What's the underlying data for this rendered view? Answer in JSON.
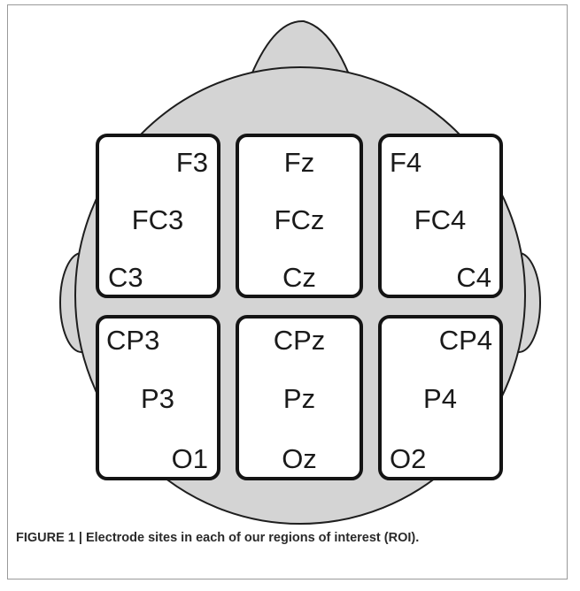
{
  "colors": {
    "head_fill": "#d4d4d4",
    "head_stroke": "#1e1e1e",
    "box_fill": "#ffffff",
    "box_stroke": "#141414",
    "text": "#1a1a1a"
  },
  "regions": [
    {
      "id": "front-left",
      "labels": {
        "top_right": "F3",
        "middle": "FC3",
        "bottom_left": "C3"
      }
    },
    {
      "id": "front-mid",
      "labels": {
        "top": "Fz",
        "middle": "FCz",
        "bottom": "Cz"
      }
    },
    {
      "id": "front-right",
      "labels": {
        "top_left": "F4",
        "middle": "FC4",
        "bottom_right": "C4"
      }
    },
    {
      "id": "back-left",
      "labels": {
        "top_left": "CP3",
        "middle": "P3",
        "bottom_right": "O1"
      }
    },
    {
      "id": "back-mid",
      "labels": {
        "top": "CPz",
        "middle": "Pz",
        "bottom": "Oz"
      }
    },
    {
      "id": "back-right",
      "labels": {
        "top_right": "CP4",
        "middle": "P4",
        "bottom_left": "O2"
      }
    }
  ],
  "caption": "FIGURE 1 | Electrode sites in each of our regions of interest (ROI)."
}
